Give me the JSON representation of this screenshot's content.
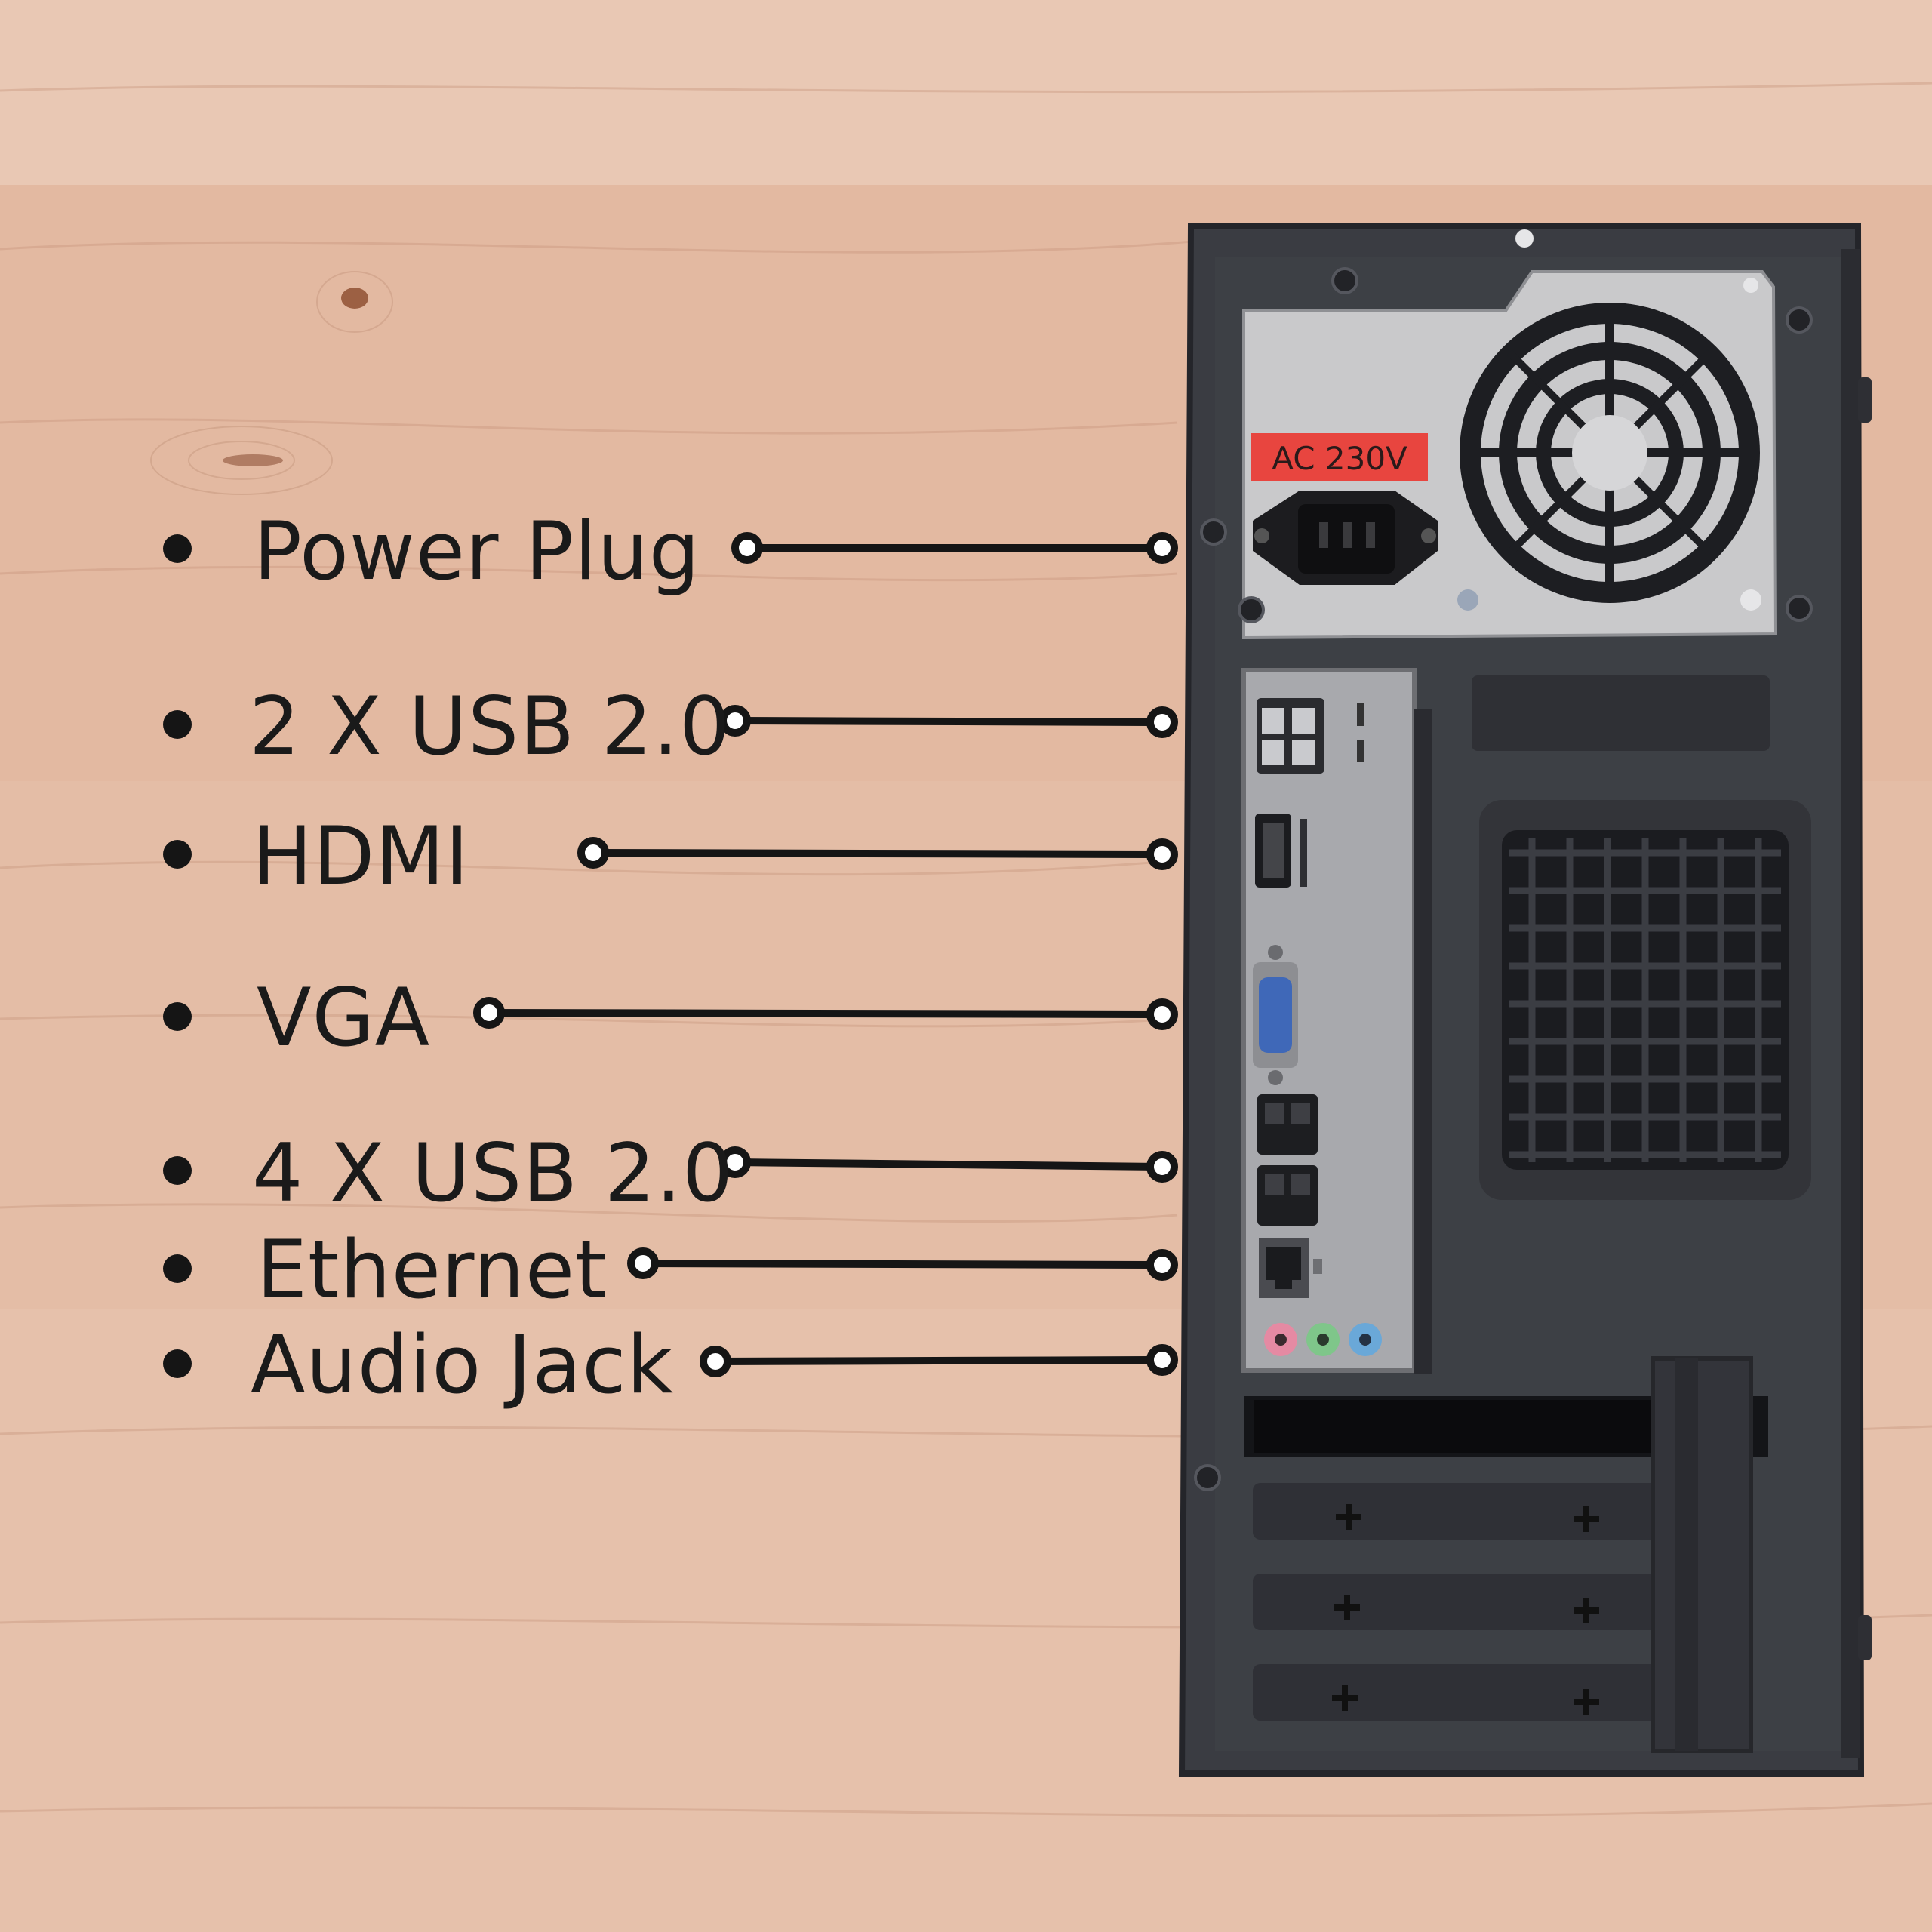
{
  "labels": [
    {
      "text": "Power Plug"
    },
    {
      "text": "2 X USB 2.0"
    },
    {
      "text": "HDMI"
    },
    {
      "text": "VGA"
    },
    {
      "text": "4 X USB 2.0"
    },
    {
      "text": "Ethernet"
    },
    {
      "text": "Audio Jack"
    }
  ],
  "psu_sticker": "AC 230V",
  "colors": {
    "wood": "#e2b79f",
    "case": "#3a3c42",
    "psu": "#c9c9cb",
    "sticker": "#e8453f",
    "ink": "#151515",
    "audio_pink": "#e58aa3",
    "audio_green": "#7fc68a",
    "audio_blue": "#6aa8d8"
  }
}
